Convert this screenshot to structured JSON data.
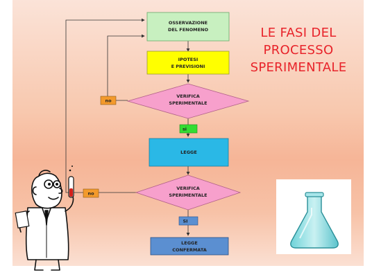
{
  "title": [
    "LE FASI DEL",
    "PROCESSO",
    "SPERIMENTALE"
  ],
  "nodes": {
    "osservazione": [
      "OSSERVAZIONE",
      "DEL FENOMENO"
    ],
    "ipotesi": [
      "IPOTESI",
      "E PREVISIONI"
    ],
    "verifica1": [
      "VERIFICA",
      "SPERIMENTALE"
    ],
    "legge": [
      "LEGGE"
    ],
    "verifica2": [
      "VERIFICA",
      "SPERIMENTALE"
    ],
    "legge_confermata": [
      "LEGGE",
      "CONFERMATA"
    ]
  },
  "labels": {
    "no1": "no",
    "si1": "si",
    "no2": "no",
    "si2": "SI"
  },
  "colors": {
    "title": "#e8232a",
    "osservazione": "#c8f0c0",
    "ipotesi": "#ffff00",
    "diamond": "#f7a0cc",
    "legge": "#2ab8e6",
    "legge_confermata": "#5b8fd1",
    "tag_orange": "#f39a2c",
    "tag_green": "#33dd33",
    "tag_blue": "#5b8fd1"
  },
  "illustrations": {
    "scientist": "scientist-with-test-tube",
    "flask": "erlenmeyer-flask"
  }
}
